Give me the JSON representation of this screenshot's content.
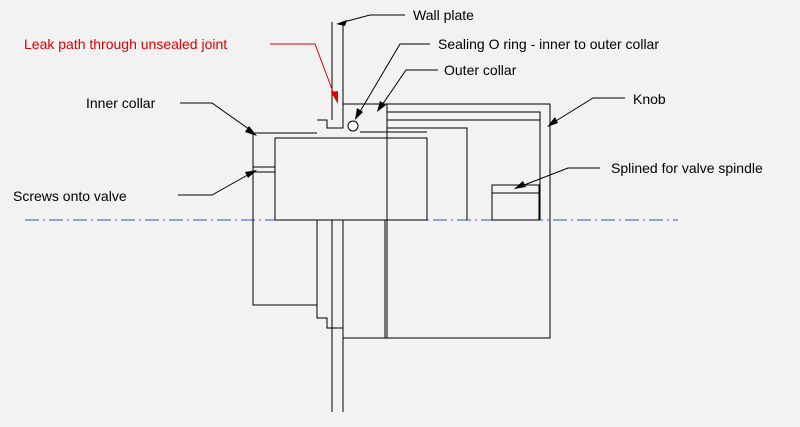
{
  "labels": {
    "wall_plate": "Wall plate",
    "leak_path": "Leak path through unsealed joint",
    "sealing_o_ring": "Sealing O ring - inner to outer collar",
    "outer_collar": "Outer collar",
    "inner_collar": "Inner collar",
    "knob": "Knob",
    "splined": "Splined for valve spindle",
    "screws": "Screws onto valve"
  },
  "colors": {
    "background": "#f2f2f2",
    "line": "#000000",
    "highlight": "#e00000",
    "centerline": "#3b57c9"
  }
}
